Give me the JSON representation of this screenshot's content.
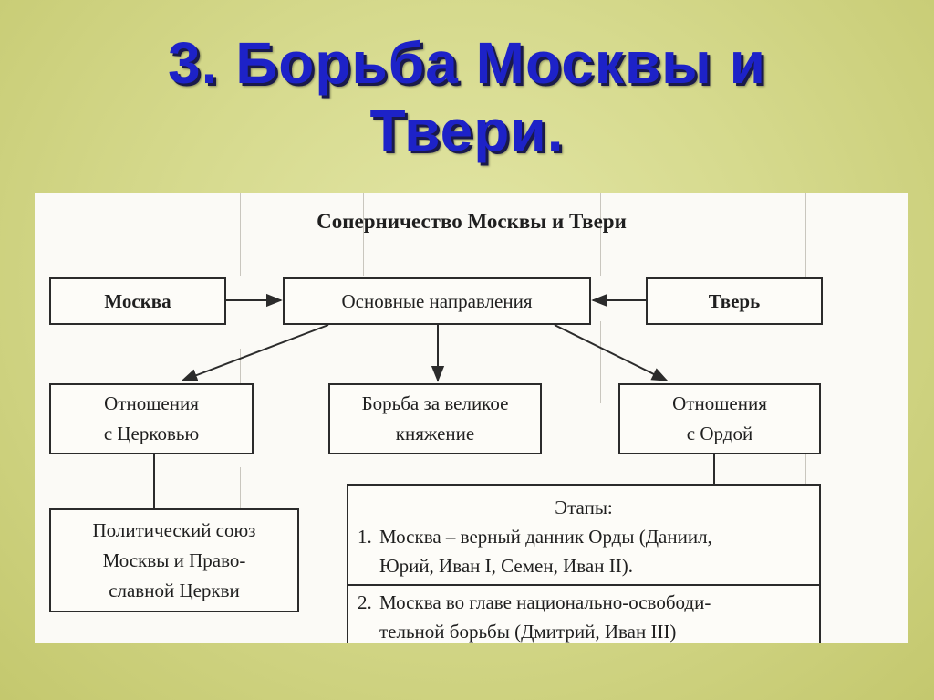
{
  "slide": {
    "title_line1": "3. Борьба Москвы и",
    "title_line2": "Твери."
  },
  "diagram": {
    "title": "Соперничество Москвы и Твери",
    "nodes": {
      "moscow": "Москва",
      "main_directions": "Основные направления",
      "tver": "Тверь",
      "church_line1": "Отношения",
      "church_line2": "с Церковью",
      "grand_line1": "Борьба за великое",
      "grand_line2": "княжение",
      "horde_line1": "Отношения",
      "horde_line2": "с Ордой",
      "union_line1": "Политический союз",
      "union_line2": "Москвы и Право-",
      "union_line3": "славной Церкви"
    },
    "stages": {
      "heading": "Этапы:",
      "items": [
        {
          "number": "1.",
          "line1": "Москва – верный данник Орды (Даниил,",
          "line2": "Юрий, Иван I, Семен, Иван II)."
        },
        {
          "number": "2.",
          "line1": "Москва во главе национально-освободи-",
          "line2": "тельной борьбы (Дмитрий, Иван III)"
        }
      ]
    },
    "colors": {
      "title_blue": "#1d22c8",
      "background": "#d6da8e",
      "paper": "#fbfaf6",
      "ink": "#1f1f1f"
    }
  }
}
